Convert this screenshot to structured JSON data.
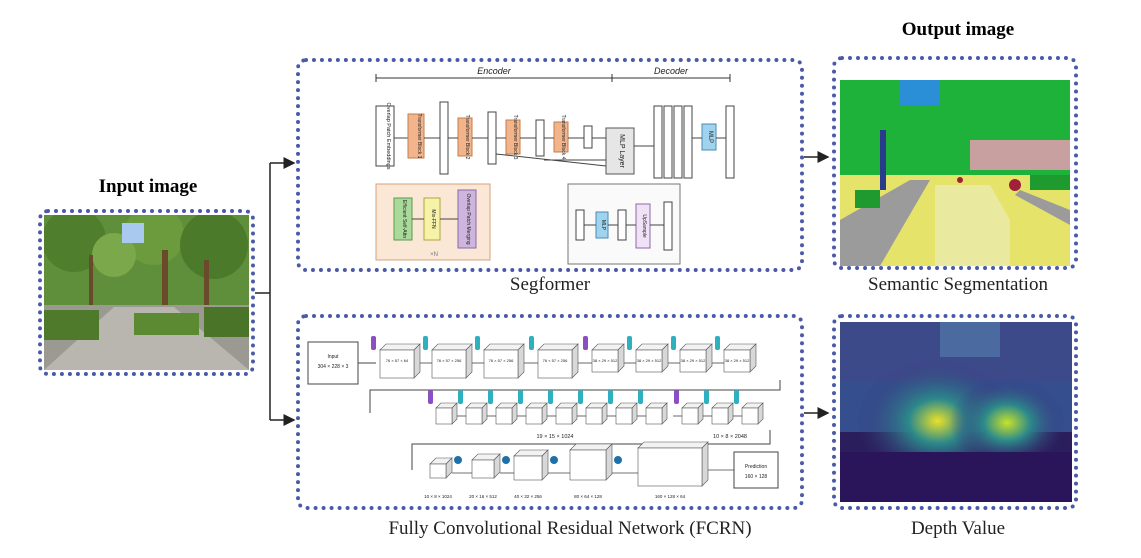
{
  "input": {
    "title": "Input image"
  },
  "output": {
    "title": "Output image"
  },
  "segformer": {
    "caption": "Segformer",
    "encoder_label": "Encoder",
    "decoder_label": "Decoder",
    "overlap_patch_embeddings": "Overlap Patch Embeddings",
    "blocks": [
      "Transformer Block 1",
      "Transformer Block 2",
      "Transformer Block 3",
      "Transformer Block 4"
    ],
    "mlp_layer": "MLP Layer",
    "mlp": "MLP",
    "efficient_self_attn": "Efficient Self-Attn",
    "mix_ffn": "Mix-FFN",
    "overlap_patch_merging": "Overlap Patch Merging",
    "upsample": "UpSample",
    "nx": "×N"
  },
  "fcrn": {
    "caption": "Fully Convolutional Residual Network (FCRN)",
    "input_label": "Input",
    "input_size": "304 × 228 × 3",
    "row1_sizes": [
      "76 × 57 × 64",
      "76 × 57 × 256",
      "76 × 57 × 256",
      "76 × 57 × 256",
      "38 × 29 × 512",
      "38 × 29 × 512",
      "38 × 29 × 512",
      "38 × 29 × 512"
    ],
    "row2_label_a": "19 × 15 × 1024",
    "row2_label_b": "10 × 8 × 2048",
    "row3_sizes": [
      "10 × 8 × 1024",
      "20 × 16 × 512",
      "40 × 32 × 256",
      "80 × 64 × 128",
      "160 × 128 × 64"
    ],
    "prediction_label": "Prediction",
    "prediction_size": "160 × 128"
  },
  "semantic": {
    "caption": "Semantic Segmentation"
  },
  "depth": {
    "caption": "Depth Value"
  },
  "colors": {
    "frame": "#4a5aa8",
    "block_orange": "#f2b48a",
    "mlp_blue": "#9fd3ee",
    "attn_green": "#a9d99b",
    "mix_yellow": "#f6f2a8",
    "merge_purple": "#cdb5de"
  }
}
